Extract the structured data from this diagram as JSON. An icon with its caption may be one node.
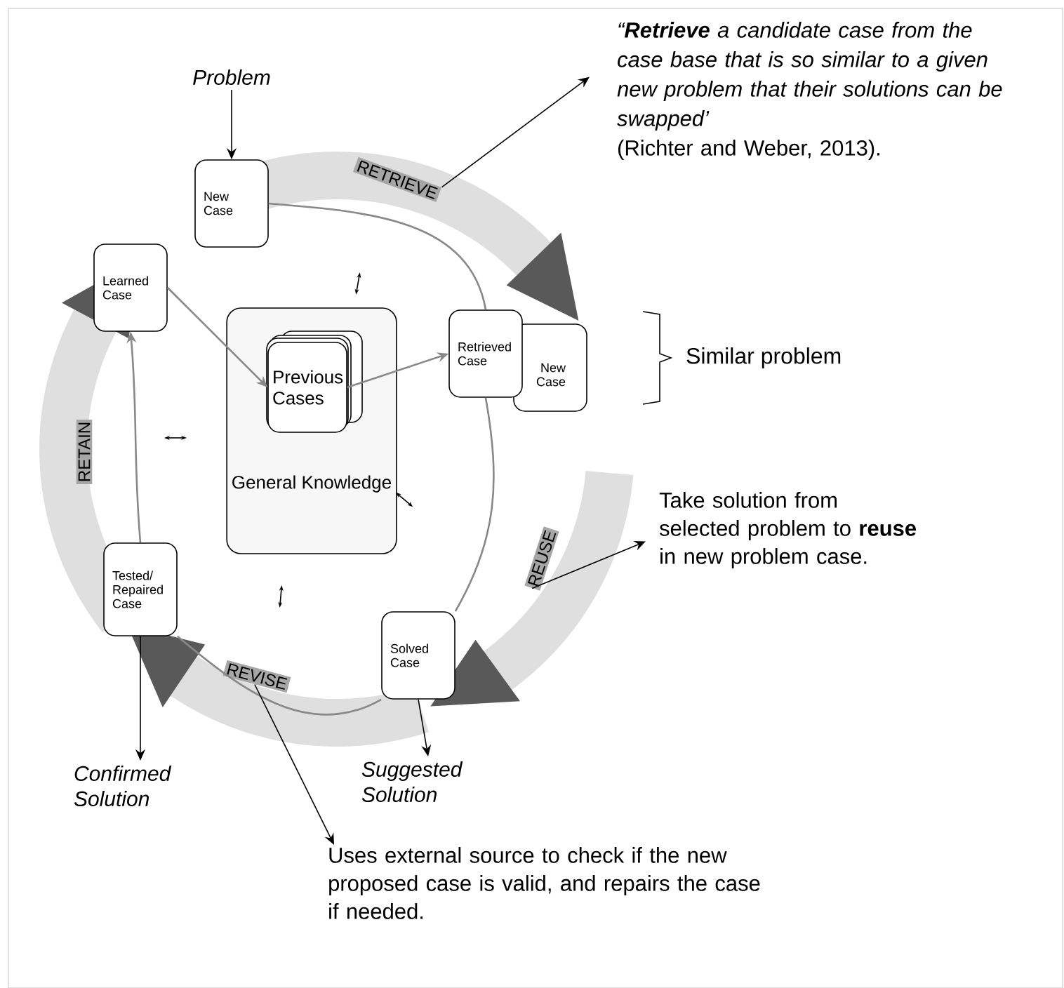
{
  "diagram": {
    "nodes": [
      {
        "text": [
          "Problem"
        ]
      },
      {
        "text": [
          "New Case"
        ]
      },
      {
        "text": [
          "Learned Case"
        ]
      },
      {
        "text": [
          "General Knowledge"
        ]
      },
      {
        "text": [
          "Previous Cases"
        ],
        "in": 3
      },
      {
        "text": [
          "Retrieved Case"
        ]
      },
      {
        "text": [
          "New Case"
        ]
      },
      {
        "text": [
          "Solved Case"
        ]
      },
      {
        "text": [
          "Tested/ Repaired Case"
        ]
      },
      {
        "text": [
          "Confirmed Solution"
        ]
      },
      {
        "text": [
          "Suggested Solution"
        ]
      },
      {
        "text": [
          "RETRIEVE"
        ]
      },
      {
        "text": [
          "REUSE"
        ]
      },
      {
        "text": [
          "REVISE"
        ]
      },
      {
        "text": [
          "RETAIN"
        ]
      },
      {
        "text": [
          "“**Retrieve** a candidate case from the case base that is so similar to a given new problem that their solutions can be swapped’",
          "(Richter and Weber, 2013)."
        ]
      },
      {
        "text": [
          "Take solution from selected problem to **reuse** in new problem case."
        ]
      },
      {
        "text": [
          "Uses external source to check if the new proposed case is valid, and repairs the case if needed."
        ]
      }
    ],
    "edges": [
      {
        "from": 0,
        "to": 1,
        "arrow": "to"
      },
      {
        "from": 1,
        "to": 5,
        "arrow": "none",
        "color": "#888888"
      },
      {
        "from": 5,
        "to": 7,
        "arrow": "none",
        "color": "#888888"
      },
      {
        "from": 7,
        "to": 8,
        "arrow": "none",
        "color": "#888888"
      },
      {
        "from": 8,
        "to": 2,
        "arrow": "to",
        "color": "#888888"
      },
      {
        "from": 2,
        "to": 4,
        "arrow": "to",
        "color": "#888888"
      },
      {
        "from": 4,
        "to": 5,
        "arrow": "to",
        "color": "#888888"
      },
      {
        "from": 7,
        "to": 10,
        "arrow": "to"
      },
      {
        "from": 8,
        "to": 9,
        "arrow": "to"
      },
      {
        "from": 11,
        "to": 15,
        "arrow": "to"
      },
      {
        "from": 12,
        "to": 16,
        "arrow": "to"
      },
      {
        "from": 13,
        "to": 17,
        "arrow": "to"
      }
    ],
    "labels": [
      "Similar problem"
    ]
  }
}
